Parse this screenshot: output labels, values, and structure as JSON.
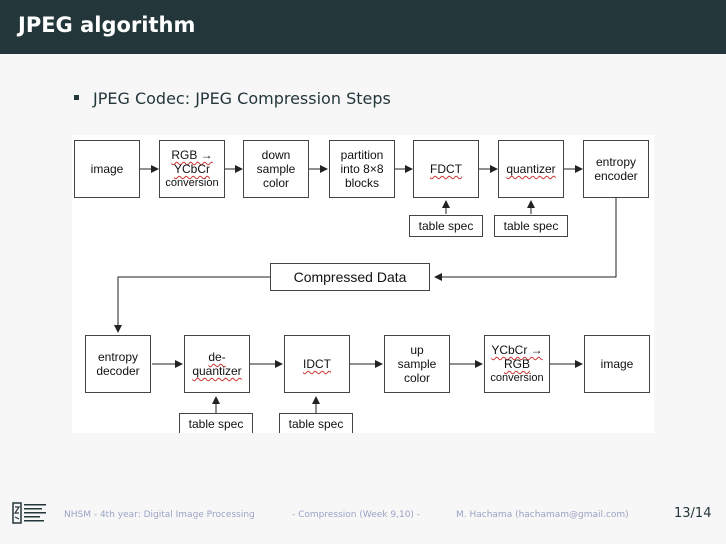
{
  "slide": {
    "title": "JPEG algorithm",
    "bullet": "JPEG Codec: JPEG Compression Steps"
  },
  "diagram": {
    "encoder": {
      "image": "image",
      "rgb_to_ycbcr": [
        "RGB →",
        "YCbCr",
        "conversion"
      ],
      "down_sample": [
        "down",
        "sample",
        "color"
      ],
      "partition": [
        "partition",
        "into 8×8",
        "blocks"
      ],
      "fdct": "FDCT",
      "quantizer": "quantizer",
      "entropy_encoder": [
        "entropy",
        "encoder"
      ],
      "table_spec_1": "table spec",
      "table_spec_2": "table spec"
    },
    "compressed_data": "Compressed Data",
    "decoder": {
      "entropy_decoder": [
        "entropy",
        "decoder"
      ],
      "dequantizer": [
        "de-",
        "quantizer"
      ],
      "idct": "IDCT",
      "up_sample": [
        "up",
        "sample",
        "color"
      ],
      "ycbcr_to_rgb": [
        "YCbCr →",
        "RGB",
        "conversion"
      ],
      "image": "image",
      "table_spec_1": "table spec",
      "table_spec_2": "table spec"
    }
  },
  "footer": {
    "course": "NHSM - 4th year: Digital Image Processing",
    "lecture": "- Compression (Week 9,10) -",
    "author": "M. Hachama (hachamam@gmail.com)",
    "page": "13/14"
  }
}
